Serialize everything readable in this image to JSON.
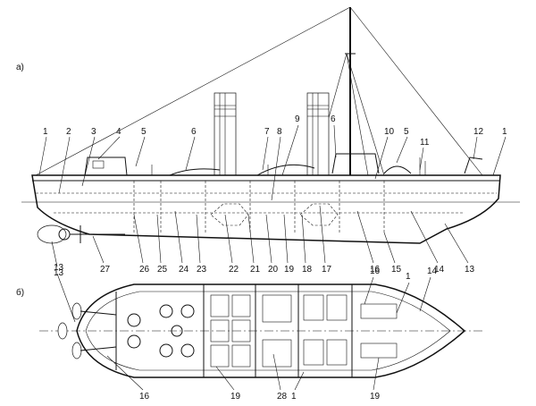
{
  "views": {
    "side": {
      "label": "а)"
    },
    "plan": {
      "label": "б)"
    }
  },
  "callouts": {
    "side_top": [
      "1",
      "2",
      "3",
      "4",
      "5",
      "6",
      "7",
      "8",
      "9",
      "6",
      "10",
      "5",
      "11",
      "12",
      "1"
    ],
    "side_bottom": [
      "13",
      "27",
      "26",
      "25",
      "24",
      "23",
      "22",
      "21",
      "20",
      "19",
      "18",
      "17",
      "16",
      "15",
      "14",
      "13"
    ],
    "plan": [
      "13",
      "16",
      "19",
      "28",
      "1",
      "16",
      "14",
      "1",
      "19"
    ]
  }
}
